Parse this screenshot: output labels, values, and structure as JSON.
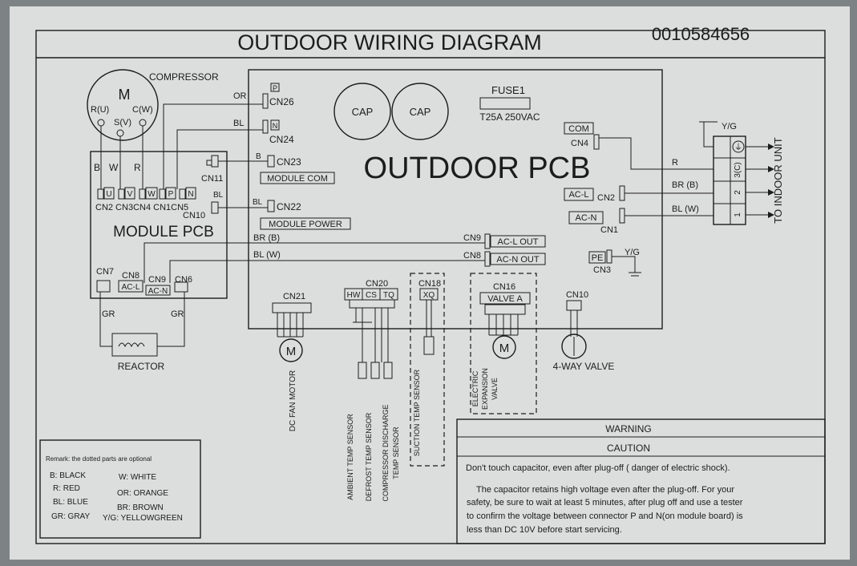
{
  "title": "OUTDOOR WIRING DIAGRAM",
  "doc_number": "0010584656",
  "pcb_label": "OUTDOOR PCB",
  "compressor": {
    "symbol": "M",
    "label": "COMPRESSOR",
    "terminals": [
      "R(U)",
      "S(V)",
      "C(W)"
    ]
  },
  "module_pcb": {
    "label": "MODULE PCB",
    "wire_colors": [
      "B",
      "W",
      "R"
    ],
    "terminals": [
      "U",
      "V",
      "W",
      "P",
      "N"
    ],
    "connector_row": "CN2 CN3CN4 CN1CN5",
    "cn11": "CN11",
    "cn10": "CN10",
    "cn7": "CN7",
    "cn8": "CN8",
    "cn9": "CN9",
    "cn6": "CN6",
    "ac_l": "AC-L",
    "ac_n": "AC-N"
  },
  "outdoor_pcb": {
    "cn26": "CN26",
    "cn24": "CN24",
    "cn23": "CN23",
    "cn22": "CN22",
    "module_com": "MODULE COM",
    "module_power": "MODULE POWER",
    "p_mark": "P",
    "n_mark": "N",
    "cap1": "CAP",
    "cap2": "CAP",
    "fuse_label": "FUSE1",
    "fuse_rating": "T25A 250VAC",
    "com": "COM",
    "cn4": "CN4",
    "ac_l": "AC-L",
    "cn2": "CN2",
    "ac_n": "AC-N",
    "cn1": "CN1",
    "cn9": "CN9",
    "ac_l_out": "AC-L OUT",
    "cn8": "CN8",
    "ac_n_out": "AC-N OUT",
    "pe": "PE",
    "cn3": "CN3",
    "pe_color": "Y/G",
    "cn21": "CN21",
    "cn20": "CN20",
    "cn20_cells": [
      "HW",
      "CS",
      "TQ"
    ],
    "cn18": "CN18",
    "cn18_cell": "XQ",
    "cn16": "CN16",
    "valve_a": "VALVE A",
    "cn10": "CN10"
  },
  "wires": {
    "or": "OR",
    "bl1": "BL",
    "b": "B",
    "bl2": "BL",
    "br": "BR (B)",
    "bl_w": "BL (W)",
    "gr1": "GR",
    "gr2": "GR",
    "r": "R",
    "br_b": "BR (B)",
    "bl_w2": "BL (W)",
    "yg": "Y/G"
  },
  "terminal_block": {
    "rows": [
      "⏚",
      "3(C)",
      "2",
      "1"
    ],
    "label": "TO INDOOR UNIT"
  },
  "reactor": "REACTOR",
  "components": {
    "dc_fan_motor": "DC FAN MOTOR",
    "ambient": "AMBIENT TEMP SENSOR",
    "defrost": "DEFROST TEMP SENSOR",
    "discharge": [
      "COMPRESSOR DISCHARGE",
      "TEMP SENSOR"
    ],
    "suction": "SUCTION TEMP SENSOR",
    "eev": [
      "ELECTRIC",
      "EXPANSION",
      "VALVE"
    ],
    "four_way": "4-WAY VALVE",
    "motor_symbol": "M"
  },
  "remark": {
    "title": "Remark: the dotted parts are optional",
    "legend": [
      [
        "B: BLACK",
        "W: WHITE"
      ],
      [
        "R: RED",
        "OR: ORANGE"
      ],
      [
        "BL: BLUE",
        "BR: BROWN"
      ],
      [
        "GR: GRAY",
        "Y/G: YELLOWGREEN"
      ]
    ]
  },
  "warning": {
    "title": "WARNING",
    "caution": "CAUTION",
    "line1": "Don't touch capacitor, even after plug-off ( danger of electric shock).",
    "para": [
      "The capacitor retains high voltage even after the plug-off. For your",
      "safety, be sure to wait at least 5 minutes, after plug off and use a tester",
      "to confirm the voltage between  connector P and N(on module board) is",
      "less than DC 10V before start servicing."
    ]
  }
}
